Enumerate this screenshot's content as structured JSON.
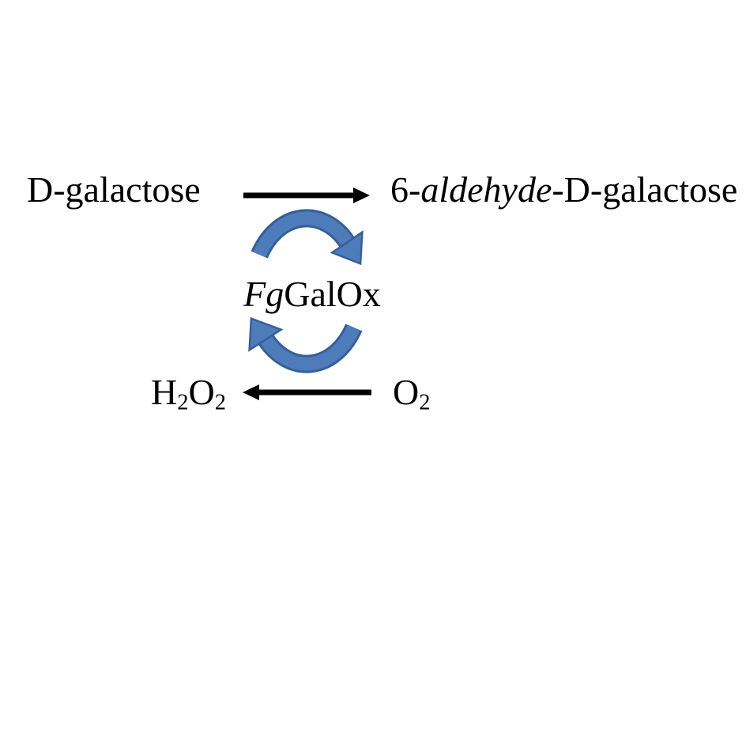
{
  "scheme": {
    "substrate": "D-galactose",
    "product": {
      "prefix": "6-",
      "italic": "aldehyde",
      "suffix": "-D-galactose"
    },
    "enzyme": {
      "italic": "Fg",
      "roman": "GalOx"
    },
    "byproduct": {
      "el1": "H",
      "sub1": "2",
      "el2": "O",
      "sub2": "2"
    },
    "cosubstrate": {
      "el1": "O",
      "sub1": "2"
    },
    "colors": {
      "text": "#000000",
      "straight_arrow": "#000000",
      "cycle_arrow_fill": "#4e7cba",
      "cycle_arrow_edge": "#355e9b",
      "background": "#ffffff"
    }
  }
}
